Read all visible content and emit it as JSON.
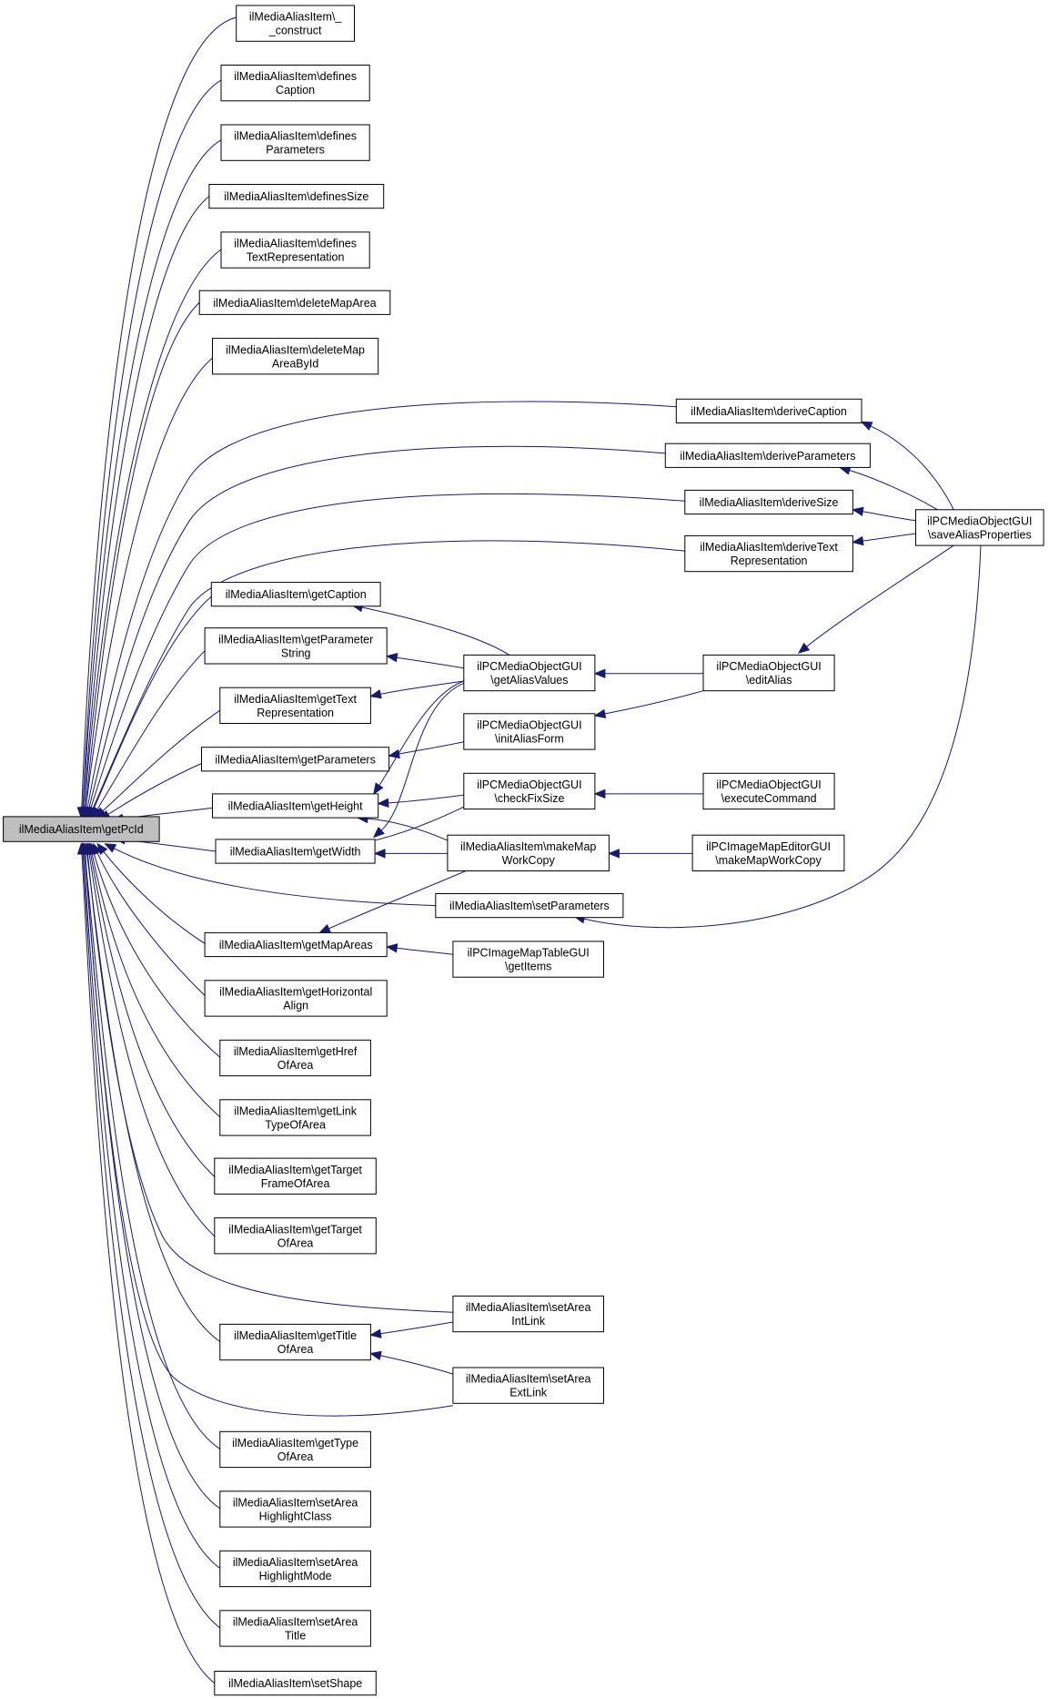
{
  "diagram": {
    "type": "caller-graph",
    "colors": {
      "edge": "#191970",
      "node_border": "#000000",
      "root_fill": "#bfbfbf",
      "node_fill": "#ffffff"
    },
    "nodes": [
      {
        "id": "root",
        "lines": [
          "ilMediaAliasItem\\getPcId"
        ],
        "root": true
      },
      {
        "id": "construct",
        "lines": [
          "ilMediaAliasItem\\_",
          "_construct"
        ]
      },
      {
        "id": "definesCaption",
        "lines": [
          "ilMediaAliasItem\\defines",
          "Caption"
        ]
      },
      {
        "id": "definesParameters",
        "lines": [
          "ilMediaAliasItem\\defines",
          "Parameters"
        ]
      },
      {
        "id": "definesSize",
        "lines": [
          "ilMediaAliasItem\\definesSize"
        ]
      },
      {
        "id": "definesTextRep",
        "lines": [
          "ilMediaAliasItem\\defines",
          "TextRepresentation"
        ]
      },
      {
        "id": "deleteMapArea",
        "lines": [
          "ilMediaAliasItem\\deleteMapArea"
        ]
      },
      {
        "id": "deleteMapAreaById",
        "lines": [
          "ilMediaAliasItem\\deleteMap",
          "AreaById"
        ]
      },
      {
        "id": "deriveCaption",
        "lines": [
          "ilMediaAliasItem\\deriveCaption"
        ]
      },
      {
        "id": "deriveParameters",
        "lines": [
          "ilMediaAliasItem\\deriveParameters"
        ]
      },
      {
        "id": "deriveSize",
        "lines": [
          "ilMediaAliasItem\\deriveSize"
        ]
      },
      {
        "id": "deriveTextRep",
        "lines": [
          "ilMediaAliasItem\\deriveText",
          "Representation"
        ]
      },
      {
        "id": "saveAliasProperties",
        "lines": [
          "ilPCMediaObjectGUI",
          "\\saveAliasProperties"
        ]
      },
      {
        "id": "getCaption",
        "lines": [
          "ilMediaAliasItem\\getCaption"
        ]
      },
      {
        "id": "getParameterString",
        "lines": [
          "ilMediaAliasItem\\getParameter",
          "String"
        ]
      },
      {
        "id": "getTextRep",
        "lines": [
          "ilMediaAliasItem\\getText",
          "Representation"
        ]
      },
      {
        "id": "getParameters",
        "lines": [
          "ilMediaAliasItem\\getParameters"
        ]
      },
      {
        "id": "getHeight",
        "lines": [
          "ilMediaAliasItem\\getHeight"
        ]
      },
      {
        "id": "getWidth",
        "lines": [
          "ilMediaAliasItem\\getWidth"
        ]
      },
      {
        "id": "getAliasValues",
        "lines": [
          "ilPCMediaObjectGUI",
          "\\getAliasValues"
        ]
      },
      {
        "id": "initAliasForm",
        "lines": [
          "ilPCMediaObjectGUI",
          "\\initAliasForm"
        ]
      },
      {
        "id": "checkFixSize",
        "lines": [
          "ilPCMediaObjectGUI",
          "\\checkFixSize"
        ]
      },
      {
        "id": "makeMapWorkCopy",
        "lines": [
          "ilMediaAliasItem\\makeMap",
          "WorkCopy"
        ]
      },
      {
        "id": "editAlias",
        "lines": [
          "ilPCMediaObjectGUI",
          "\\editAlias"
        ]
      },
      {
        "id": "executeCommand",
        "lines": [
          "ilPCMediaObjectGUI",
          "\\executeCommand"
        ]
      },
      {
        "id": "imageMapEditorMakeMapWorkCopy",
        "lines": [
          "ilPCImageMapEditorGUI",
          "\\makeMapWorkCopy"
        ]
      },
      {
        "id": "setParameters",
        "lines": [
          "ilMediaAliasItem\\setParameters"
        ]
      },
      {
        "id": "getMapAreas",
        "lines": [
          "ilMediaAliasItem\\getMapAreas"
        ]
      },
      {
        "id": "getItems",
        "lines": [
          "ilPCImageMapTableGUI",
          "\\getItems"
        ]
      },
      {
        "id": "getHorizontalAlign",
        "lines": [
          "ilMediaAliasItem\\getHorizontal",
          "Align"
        ]
      },
      {
        "id": "getHrefOfArea",
        "lines": [
          "ilMediaAliasItem\\getHref",
          "OfArea"
        ]
      },
      {
        "id": "getLinkTypeOfArea",
        "lines": [
          "ilMediaAliasItem\\getLink",
          "TypeOfArea"
        ]
      },
      {
        "id": "getTargetFrameOfArea",
        "lines": [
          "ilMediaAliasItem\\getTarget",
          "FrameOfArea"
        ]
      },
      {
        "id": "getTargetOfArea",
        "lines": [
          "ilMediaAliasItem\\getTarget",
          "OfArea"
        ]
      },
      {
        "id": "setAreaIntLink",
        "lines": [
          "ilMediaAliasItem\\setArea",
          "IntLink"
        ]
      },
      {
        "id": "getTitleOfArea",
        "lines": [
          "ilMediaAliasItem\\getTitle",
          "OfArea"
        ]
      },
      {
        "id": "setAreaExtLink",
        "lines": [
          "ilMediaAliasItem\\setArea",
          "ExtLink"
        ]
      },
      {
        "id": "getTypeOfArea",
        "lines": [
          "ilMediaAliasItem\\getType",
          "OfArea"
        ]
      },
      {
        "id": "setAreaHighlightClass",
        "lines": [
          "ilMediaAliasItem\\setArea",
          "HighlightClass"
        ]
      },
      {
        "id": "setAreaHighlightMode",
        "lines": [
          "ilMediaAliasItem\\setArea",
          "HighlightMode"
        ]
      },
      {
        "id": "setAreaTitle",
        "lines": [
          "ilMediaAliasItem\\setArea",
          "Title"
        ]
      },
      {
        "id": "setShape",
        "lines": [
          "ilMediaAliasItem\\setShape"
        ]
      }
    ],
    "edges": [
      {
        "from": "construct",
        "to": "root"
      },
      {
        "from": "definesCaption",
        "to": "root"
      },
      {
        "from": "definesParameters",
        "to": "root"
      },
      {
        "from": "definesSize",
        "to": "root"
      },
      {
        "from": "definesTextRep",
        "to": "root"
      },
      {
        "from": "deleteMapArea",
        "to": "root"
      },
      {
        "from": "deleteMapAreaById",
        "to": "root"
      },
      {
        "from": "deriveCaption",
        "to": "root"
      },
      {
        "from": "deriveParameters",
        "to": "root"
      },
      {
        "from": "deriveSize",
        "to": "root"
      },
      {
        "from": "deriveTextRep",
        "to": "root"
      },
      {
        "from": "getCaption",
        "to": "root"
      },
      {
        "from": "getParameterString",
        "to": "root"
      },
      {
        "from": "getTextRep",
        "to": "root"
      },
      {
        "from": "getParameters",
        "to": "root"
      },
      {
        "from": "getHeight",
        "to": "root"
      },
      {
        "from": "getWidth",
        "to": "root"
      },
      {
        "from": "setParameters",
        "to": "root"
      },
      {
        "from": "getMapAreas",
        "to": "root"
      },
      {
        "from": "getHorizontalAlign",
        "to": "root"
      },
      {
        "from": "getHrefOfArea",
        "to": "root"
      },
      {
        "from": "getLinkTypeOfArea",
        "to": "root"
      },
      {
        "from": "getTargetFrameOfArea",
        "to": "root"
      },
      {
        "from": "getTargetOfArea",
        "to": "root"
      },
      {
        "from": "setAreaIntLink",
        "to": "root"
      },
      {
        "from": "getTitleOfArea",
        "to": "root"
      },
      {
        "from": "setAreaExtLink",
        "to": "root"
      },
      {
        "from": "getTypeOfArea",
        "to": "root"
      },
      {
        "from": "setAreaHighlightClass",
        "to": "root"
      },
      {
        "from": "setAreaHighlightMode",
        "to": "root"
      },
      {
        "from": "setAreaTitle",
        "to": "root"
      },
      {
        "from": "setShape",
        "to": "root"
      },
      {
        "from": "saveAliasProperties",
        "to": "deriveCaption"
      },
      {
        "from": "saveAliasProperties",
        "to": "deriveParameters"
      },
      {
        "from": "saveAliasProperties",
        "to": "deriveSize"
      },
      {
        "from": "saveAliasProperties",
        "to": "deriveTextRep"
      },
      {
        "from": "saveAliasProperties",
        "to": "editAlias"
      },
      {
        "from": "saveAliasProperties",
        "to": "setParameters"
      },
      {
        "from": "getAliasValues",
        "to": "getCaption"
      },
      {
        "from": "getAliasValues",
        "to": "getParameterString"
      },
      {
        "from": "getAliasValues",
        "to": "getTextRep"
      },
      {
        "from": "getAliasValues",
        "to": "getHeight"
      },
      {
        "from": "getAliasValues",
        "to": "getWidth"
      },
      {
        "from": "initAliasForm",
        "to": "getParameters"
      },
      {
        "from": "checkFixSize",
        "to": "getHeight"
      },
      {
        "from": "checkFixSize",
        "to": "getWidth"
      },
      {
        "from": "makeMapWorkCopy",
        "to": "getHeight"
      },
      {
        "from": "makeMapWorkCopy",
        "to": "getWidth"
      },
      {
        "from": "makeMapWorkCopy",
        "to": "getMapAreas"
      },
      {
        "from": "editAlias",
        "to": "getAliasValues"
      },
      {
        "from": "editAlias",
        "to": "initAliasForm"
      },
      {
        "from": "executeCommand",
        "to": "checkFixSize"
      },
      {
        "from": "imageMapEditorMakeMapWorkCopy",
        "to": "makeMapWorkCopy"
      },
      {
        "from": "getItems",
        "to": "getMapAreas"
      },
      {
        "from": "setAreaIntLink",
        "to": "getTitleOfArea"
      },
      {
        "from": "setAreaExtLink",
        "to": "getTitleOfArea"
      }
    ]
  }
}
